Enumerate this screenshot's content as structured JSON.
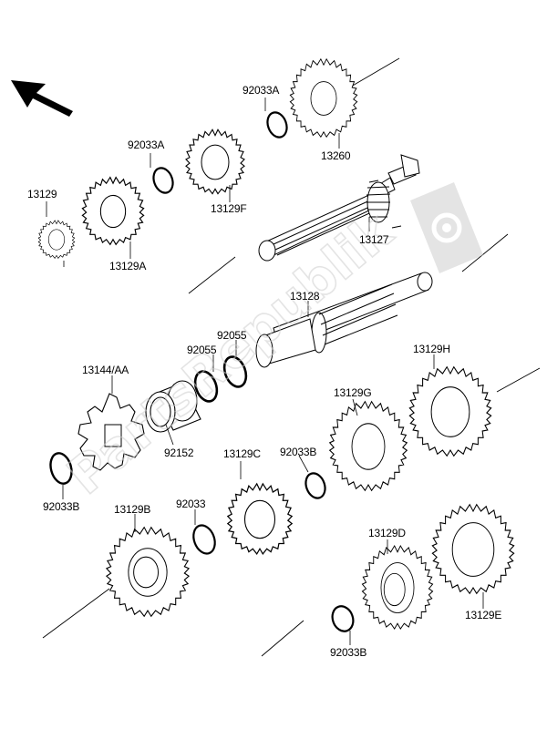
{
  "labels": {
    "p13129": "13129",
    "p13129A": "13129A",
    "p92033A_1": "92033A",
    "p92033A_2": "92033A",
    "p13129F": "13129F",
    "p13260": "13260",
    "p13127": "13127",
    "p13128": "13128",
    "p92055_1": "92055",
    "p92055_2": "92055",
    "p13144": "13144/AA",
    "p92152": "92152",
    "p92033B_1": "92033B",
    "p13129B": "13129B",
    "p92033": "92033",
    "p13129C": "13129C",
    "p92033B_2": "92033B",
    "p13129G": "13129G",
    "p13129H": "13129H",
    "p13129D": "13129D",
    "p13129E": "13129E",
    "p92033B_3": "92033B"
  },
  "watermark": {
    "text": "PartsRepublik",
    "color": "#cfcfcf",
    "icon": "gear-icon"
  },
  "colors": {
    "line": "#000000",
    "part_fill": "#ffffff"
  }
}
